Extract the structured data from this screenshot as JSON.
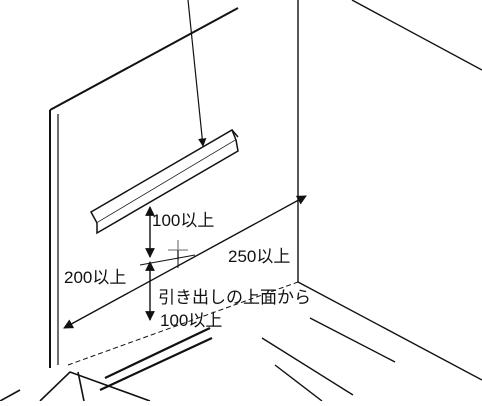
{
  "labels": {
    "bracket_above": "100以上",
    "wall_width": "250以上",
    "bracket_below": "200以上",
    "from_drawer_line1": "引き出しの上面から",
    "from_drawer_line2": "100以上"
  },
  "colors": {
    "line": "#111111",
    "marker": "#9a9a9a",
    "background": "#ffffff"
  }
}
